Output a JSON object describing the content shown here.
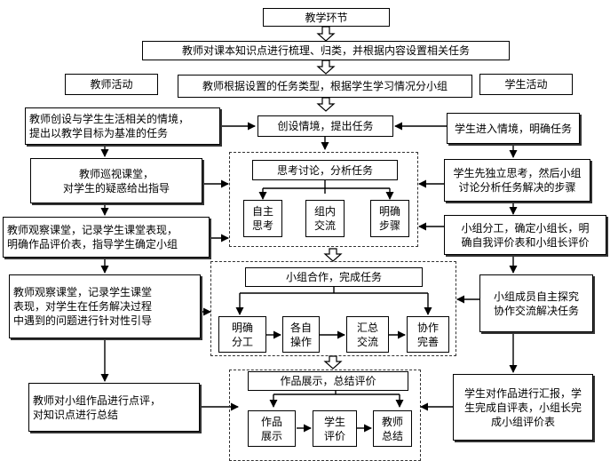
{
  "header": {
    "title": "教学环节",
    "step1": "教师对课本知识点进行梳理、归类，并根据内容设置相关任务",
    "step2": "教师根据设置的任务类型，根据学生学习情况分小组",
    "teacher_label": "教师活动",
    "student_label": "学生活动"
  },
  "stage1": {
    "center": "创设情境，提出任务",
    "teacher": "教师创设与学生生活相关的情境，\n提出以教学目标为基准的任务",
    "student": "学生进入情境，明确任务"
  },
  "stage2": {
    "title": "思考讨论，分析任务",
    "items": [
      "自主\n思考",
      "组内\n交流",
      "明确\n步骤"
    ],
    "teacher_a": "教师巡视课堂，\n对学生的疑惑给出指导",
    "teacher_b": "教师观察课堂，记录学生课堂表现，\n明确作品评价表，指导学生确定小组",
    "student_a": "学生先独立思考，然后小组\n讨论分析任务解决的步骤",
    "student_b": "小组分工，确定小组长，明\n确自我评价表和小组长评价"
  },
  "stage3": {
    "title": "小组合作，完成任务",
    "items": [
      "明确\n分工",
      "各自\n操作",
      "汇总\n交流",
      "协作\n完善"
    ],
    "teacher": "教师观察课堂，记录学生课堂\n表现，对学生在任务解决过程\n中遇到的问题进行针对性引导",
    "student": "小组成员自主探究\n协作交流解决任务"
  },
  "stage4": {
    "title": "作品展示，总结评价",
    "items": [
      "作品\n展示",
      "学生\n评价",
      "教师\n总结"
    ],
    "teacher": "教师对小组作品进行点评，\n对知识点进行总结",
    "student": "学生对作品进行汇报，学\n生完成自评表，小组长完\n成小组评价表"
  }
}
